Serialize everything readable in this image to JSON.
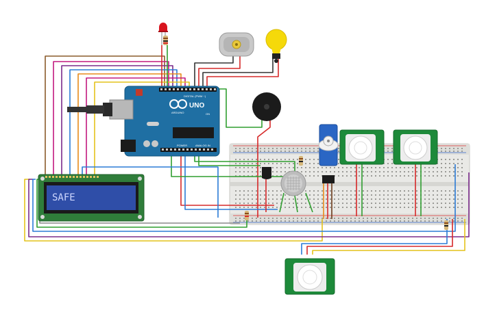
{
  "lcd": {
    "display_text": "SAFE"
  },
  "arduino": {
    "model_label": "UNO",
    "brand_label": "ARDUINO",
    "digital_label": "DIGITAL (PWM ~)",
    "power_label": "POWER",
    "analog_label": "ANALOG IN",
    "on_label": "ON"
  },
  "colors": {
    "board": "#1f6fa3",
    "breadboard": "#e8e8e6",
    "lcd_pcb": "#2f7d3a",
    "lcd_screen": "#2f4ea8",
    "pir_pcb": "#1d8a3a",
    "wire_red": "#d62828",
    "wire_blue": "#2a7bd6",
    "wire_green": "#2f9e2f",
    "wire_yellow": "#e4c21a",
    "wire_purple": "#7a2a8a",
    "wire_magenta": "#c2187f",
    "wire_brown": "#8a5a2a",
    "wire_orange": "#e88a1a",
    "wire_gray": "#8a8a8a"
  },
  "icons": [
    "led-icon",
    "dc-motor-icon",
    "light-bulb-icon",
    "piezo-buzzer-icon",
    "servo-motor-icon",
    "gas-sensor-icon",
    "temperature-sensor-icon",
    "pir-sensor-icon"
  ]
}
